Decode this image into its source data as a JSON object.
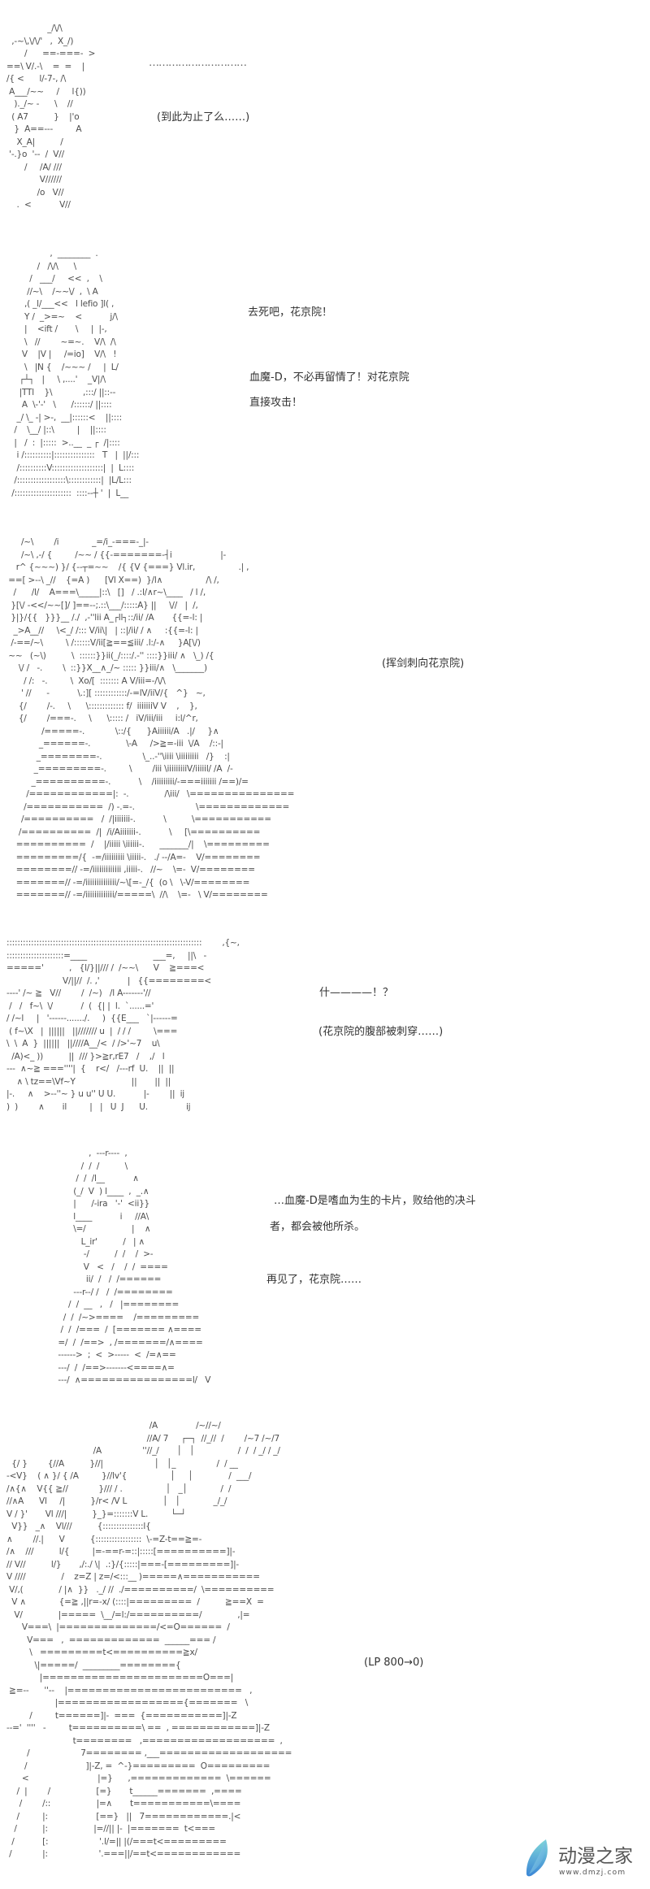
{
  "page": {
    "background": "#ffffff",
    "text_color": "#333333"
  },
  "panels": [
    {
      "art": [
        "                _/\\/\\",
        "  ,-~\\,\\/\\/'   ,  X_/)",
        "       /      ==-===-  >",
        "==\\ V/.-\\    =  =    |",
        "/{ <      l/-7-, /\\",
        " A___/~~     /     l{))",
        "   )._/~ -      \\    //",
        "  ( A7          }    |'o",
        "   }  A==---         A",
        "    X_A|          /",
        " '-.}o  '--  /  V//",
        "       /     /A/ ///",
        "             V//////",
        "            /o   V//",
        "    .  <           V//"
      ],
      "lines": [
        "…………………………",
        "(到此为止了么……)"
      ]
    },
    {
      "art": [
        "                 ,  ________  .",
        "            /   /\\/\\      \\",
        "         /   ___/     <<  ,    \\",
        "        //~\\    /~~\\/  ,  \\ A",
        "       ,( _l/___<<   l lefio ]l( ,",
        "       Y /  _>=~    <           j/\\",
        "       |    <ift /       \\     |  |-,",
        "       \\   //        ~=~.    V/\\  /\\",
        "      V    |V |     /=io]    V/\\   !",
        "       \\   |N {    /~~~ /     |  L/",
        "     ┌┴┐   |     \\ ,....'    _V|/\\",
        "     |TTl    }\\            ,:::/ ||::--",
        "      A  \\-'-'   \\      /::::::/ ||::::",
        "    _/ \\_ -| >-,  __|::::::<    ||::::",
        "   /    \\__/ |::\\         |    ||::::",
        "   |   /  :  |:::::  >..__  _ ┌  /|::::",
        "    i /::::::::::|:::::::::::::::   T   |  ||/:::",
        "    /::::::::::V:::::::::::::::::::|  |  L::::",
        "   /::::::::::::::::::\\::::::::::::|  |L/L:::",
        "  /:::::::::::::::::::::  ::::--┼ '  |  L__"
      ],
      "lines": [
        "去死吧，花京院！",
        "血魔-D，不必再留情了！对花京院",
        "直接攻击！"
      ]
    },
    {
      "art": [
        "       /~\\        /i             _=/i_-===-_|-",
        "       /~\\ ,-/ {         /~~ / {{-=======-┤i                   |-",
        "     r^ {~~~) }/ {--┬=~~    /{ {V {===} Vl.ir,                 .| ,",
        "  ==[ >--\\ _//    {=A )      [Vl X==)  }/l∧                 /\\ /,",
        "    /      /l/    A===\\_____|::\\   []   / .:l/∧r~\\____   / l /,",
        "   }[\\/ -<</~~[]/ ]==--;.::\\___/:::::A} ||     \\//   |  /,",
        "   }|}/{{   }}}__ /./  ,-''lii A_┌ll┐::/ii/ /A       {{=-l: |",
        "    _>A__//     \\<_/ /::: V/ii\\|   | ::|/ii/ / ∧     :{{=-l: |",
        "   /-==/~\\         \\ /::::::V/ii[≧==≦iii/ .l:/-∧     }A[\\/)",
        "  ~~   (~\\)          \\  ::::::}}ii(_/::::/.-'' ::::}}iii/ ∧   \\_) /{",
        "      \\/ /   -.        \\  ::}}X__∧_/~ ::::: }}iii/∧   \\_______)",
        "        / /:   -.         \\  Xo/[  ::::::: A V/iii=-/\\/\\",
        "       ' //      -           \\.:][ ::::::::::::/-=lV/iiV/{   ^}   ~,",
        "      {/        /-.     \\      \\::::::::::::: f/  iiiiiiiV V    ,    },",
        "      {/        /===-.     \\      \\::::: /   iV/iii/iii     i:l/^r,",
        "               /=====-.            \\::/{      }Aiiiiii/A   .|/     }∧",
        "              _======-.              \\-A     />≧=-iii  \\/A    /::-|",
        "             _========-.                \\_..-''\\iiii \\iiiiiiiii   /}    :|",
        "            _=========-.         \\        /iii \\iiiiiiiiiV/iiiiil/ /A  /-",
        "           _==========-.           \\    /iiiiiiiii/-===iiiiiii /==)/=",
        "         /============|:  -.              /\\iii/   \\===============",
        "        /===========  /) -.=-.                        \\=============",
        "       /==========   /  /|iiiiiii-.           \\          \\===========",
        "      /==========  /|  /i/Aiiiiiii-.           \\     [\\==========",
        "     ==========  /    |/iiiii \\iiiiii-.      _______/|    \\=========",
        "     =========/{  -=/iiiiiiiii \\iiiii-.   ./ --/A=-    V/========",
        "     ========// -=/iiiiiiiiiiiii ,iiiii-.   //~    \\=-  V/========",
        "     =======// -=/iiiiiiiiiiiiii/~\\[=-_/{  (o \\   \\-V/========",
        "     =======// -=/iiiiiiiiiiiii/=====\\  //\\    \\=-   \\ V/========"
      ],
      "lines": [
        "(挥剑刺向花京院)"
      ]
    },
    {
      "art": [
        "::::::::::::::::::::::::::::::::::::::::::::::::::::::::::::::::::::::::        ,{~,",
        ":::::::::::::::::::::=____                          ___=,     ||\\   -",
        "====='          ,   {l/}||/// /  /~~\\      V    ≧===<",
        "                      V/||//  /. ,'           |   {{========<",
        "----' /~ ≧   V//        /  /~)   /l A-------'//",
        " /   /   f~\\  \\/           /  (  {| |  l.  `......='",
        "/ /~l     |   '------......./.     )  {{E___   `|------=",
        " ( f~\\X   |  ||||||   ||/////// u  |  / / /         \\===",
        "\\  \\  A  }  ||||||   ||////A__/<  / />'~7    u\\",
        "  /A)<_ ))          ||  /// }>≧r,rE7   /    ,/   l",
        "---  ∧~≧ ===''''|  {    r</   /---rf  U.    ||  ||",
        "    ∧ \\ tz==\\Vf~Y                      ||       ||  ||",
        "|-.     ∧    >--''~ } u u'' U U.           |-        ||  ij",
        ")  )        ∧       il         |   |   U  J      U.               ij"
      ],
      "lines": [
        "什————！？",
        "(花京院的腹部被刺穿……)"
      ]
    },
    {
      "art": [
        "               ,  ---r----  ,",
        "            /  /  /          \\",
        "          /  /  /l__           ∧",
        "         (_/  V  ) l____  ,  _.∧",
        "         |      /-ira   '-'  <ii}}",
        "         l____           i     //A\\",
        "         \\=/                  |    ∧",
        "            L_ir'          /   | ∧",
        "             -/          /  /    /  >-",
        "             V   <   /    /  /  ====",
        "              ii/  /   /  /======",
        "         ---r--/ /   /  /========",
        "       /  /  __   ,   /   |========",
        "     /  /  /~>====    /=========",
        "    /  /  /===  /  [======= ∧====",
        "   =/  /  /==>  , /=======/∧====",
        "   ------>  ;  <  >-----  <  /=∧==",
        "   ---/  /  /==>-------<====∧=",
        "   ---/  ∧================l/   V"
      ],
      "lines": [
        "…血魔-D是嗜血为生的卡片，败给他的决斗",
        "者，都会被他所杀。",
        "再见了，花京院……"
      ]
    },
    {
      "art": [
        "                                                        /A               /~//~/",
        "                                                       //A/ 7     ┌─┐  //_//  /        /~7 /~/7",
        "                                  /A                ''//_/       │   │                 /  /  / _/ / _/",
        "  {/ }        {//A          }//|                    │   │_                /  / __",
        "-<V}    ( ∧ }/ { /A         }//lv'{                 │     │              /  ___/",
        "/∧{∧    V{{ ≧//            }/// / .                 │   _│             /  /",
        "//∧A      Vl     /|          }/r< /V L              │   │             _/_/",
        "V / }'       Vl ///|          }_}=:::::::V L.         └─┘",
        "  V}}   _∧    Vl///          {:::::::::::::::l{",
        "∧        //.|      V          {:::::::::::::::::  \\-=Z-t==≧=-",
        "/∧    ///          l/{         |=-==r-=::|:::::[==========]|-",
        "// V//          l/}       ,/:./ \\|  .:}/{:::::|===-[=========]|-",
        "V ////              /    z=Z | z=/<:::__ )=====∧===========",
        " V/,(              / |∧  }}   ._/ //  ./==========/  \\==========",
        "  V ∧             {=≧ ,||r=-x/ (::::|=========  /          ≧==X  =",
        "   V/              |=====  \\__/=l:/==========/              ,|=",
        "      V===\\  |==============/<=O======  /",
        "        V===   ,  =============  ______=== /",
        "         \\   =========t<==========≧x/",
        "           \\|=====/  _________========{",
        "             |=======================O===|",
        " ≧=--      ''--    |=========================   ,",
        "                   |=================={=======   \\",
        "         /         t======]|-  ===  {===========]|-Z",
        "-‐='  ''''   -         t==========\\ ==  , ============]|-Z",
        "                          t========   ,===================  ,",
        "        /                    7======== ,___===================",
        "       /                       ]|-Z, =  ^-}=========  O=========",
        "      <                           |=}      ,=============  \\======",
        "    /  |        /                  [=}       t______=======  ,====",
        "     /        /::                  |=∧       t===========\\====",
        "    /         |:                   [==}   ||   7============.|<",
        "   /          |:                  |=//|| |-  |=======  t<===",
        "  /           [:                    '.l/=|| |(/===t<=========",
        " /            |:                    '.===||/==t<============"
      ],
      "lines": [
        "(LP 800→0)"
      ]
    }
  ],
  "watermark": {
    "name": "动漫之家",
    "url_text": "www.dmzj.com",
    "icon": "leaf-icon",
    "colors": {
      "icon_top": "#7fd6d9",
      "icon_bottom": "#3b86d6",
      "text": "#555555"
    }
  }
}
